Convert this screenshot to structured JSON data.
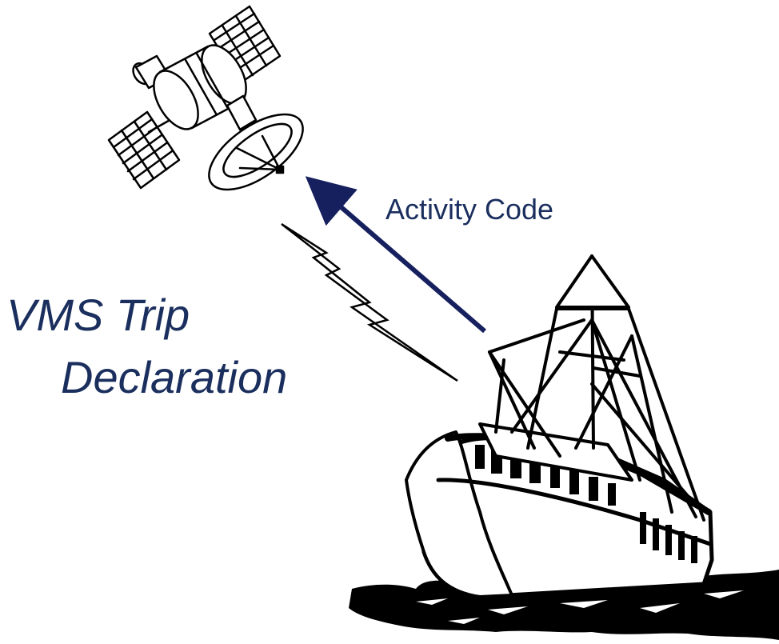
{
  "title": {
    "line1": "VMS Trip",
    "line2": "Declaration"
  },
  "arrow": {
    "label": "Activity Code"
  },
  "colors": {
    "text": "#1b2f5e",
    "arrow": "#16205e",
    "linework": "#000000",
    "background": "#ffffff"
  },
  "icons": {
    "satellite": "satellite-icon",
    "signal": "lightning-bolt-icon",
    "boat": "fishing-boat-icon"
  }
}
